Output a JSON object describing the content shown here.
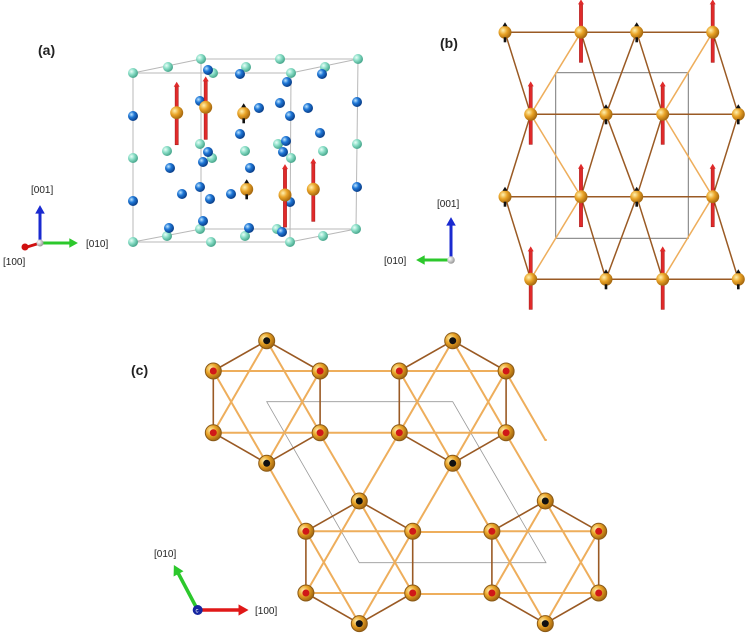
{
  "panels": {
    "a": {
      "label": "(a)",
      "axes": {
        "up": "[001]",
        "right": "[010]",
        "out": "[100]"
      }
    },
    "b": {
      "label": "(b)",
      "axes": {
        "up": "[001]",
        "left": "[010]"
      }
    },
    "c": {
      "label": "(c)",
      "axes": {
        "up": "[010]",
        "right": "[100]",
        "origin": "c"
      }
    }
  },
  "colors": {
    "teal_atom": "#86dcc4",
    "blue_atom": "#1f6fd2",
    "orange_atom": "#e9a326",
    "spin_up_arrow": "#e02a2a",
    "small_moment": "#111111",
    "bond_dark": "#9a5a24",
    "bond_light": "#eeae5c",
    "cell": "#8a8a8a"
  }
}
